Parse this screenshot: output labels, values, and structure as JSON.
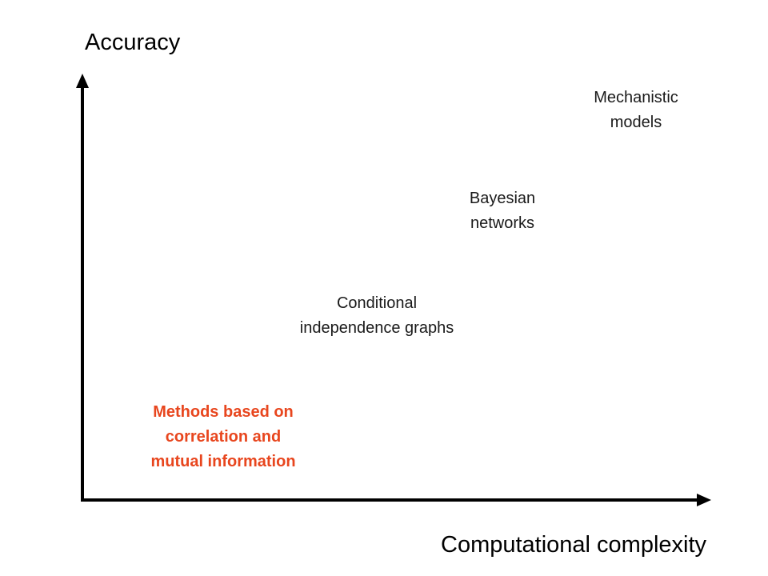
{
  "axes": {
    "y_label": "Accuracy",
    "x_label": "Computational complexity"
  },
  "methods": [
    {
      "name": "mechanistic-models",
      "lines": [
        "Mechanistic",
        "models"
      ],
      "highlight": false
    },
    {
      "name": "bayesian-networks",
      "lines": [
        "Bayesian",
        "networks"
      ],
      "highlight": false
    },
    {
      "name": "conditional-independence-graphs",
      "lines": [
        "Conditional",
        "independence graphs"
      ],
      "highlight": false
    },
    {
      "name": "correlation-mutual-information",
      "lines": [
        "Methods based on",
        "correlation and",
        "mutual information"
      ],
      "highlight": true
    }
  ],
  "colors": {
    "axis": "#000000",
    "text": "#1a1a1a",
    "highlight": "#e8461e"
  }
}
